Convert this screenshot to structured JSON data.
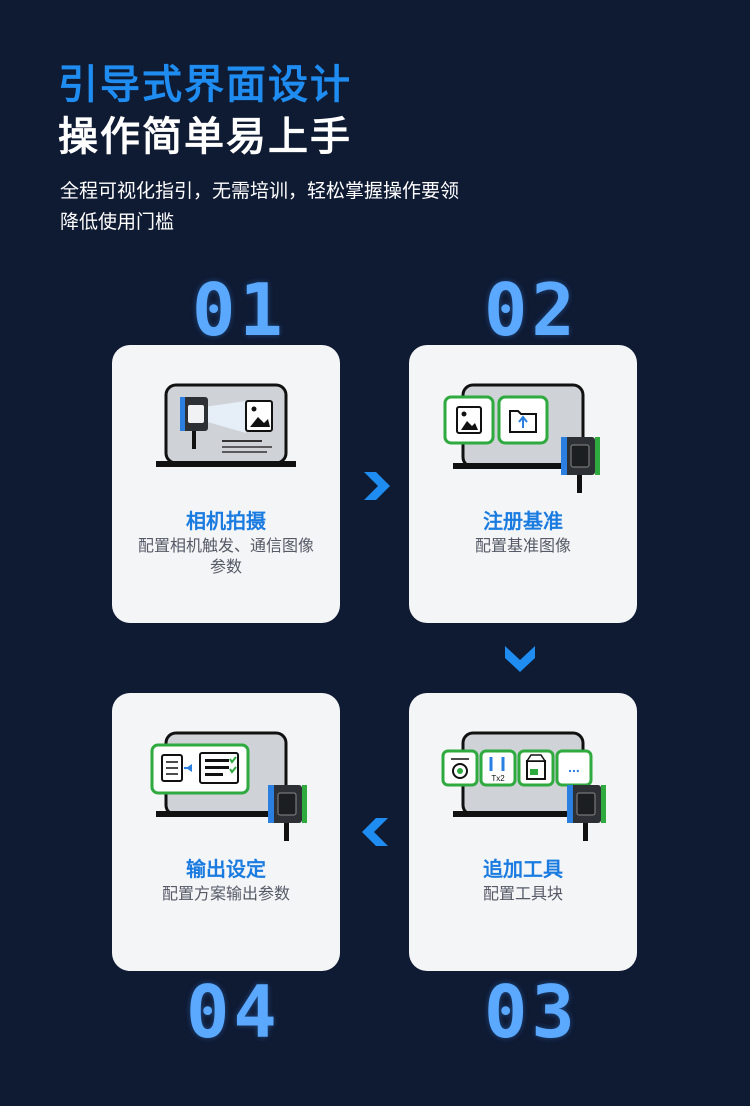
{
  "header": {
    "title_line1": "引导式界面设计",
    "title_line2": "操作简单易上手",
    "subtitle_line1": "全程可视化指引，无需培训，轻松掌握操作要领",
    "subtitle_line2": "降低使用门槛"
  },
  "steps": [
    {
      "number": "01",
      "title": "相机拍摄",
      "desc": "配置相机触发、通信图像参数"
    },
    {
      "number": "02",
      "title": "注册基准",
      "desc": "配置基准图像"
    },
    {
      "number": "03",
      "title": "追加工具",
      "desc": "配置工具块"
    },
    {
      "number": "04",
      "title": "输出设定",
      "desc": "配置方案输出参数"
    }
  ],
  "tool_badge": "Tx2",
  "more_dots": "...",
  "colors": {
    "background": "#0f1a33",
    "accent_blue": "#1e8cf0",
    "number_blue": "#5aa8ff",
    "card_bg": "#f4f5f7",
    "green_frame": "#2eaa3e"
  }
}
